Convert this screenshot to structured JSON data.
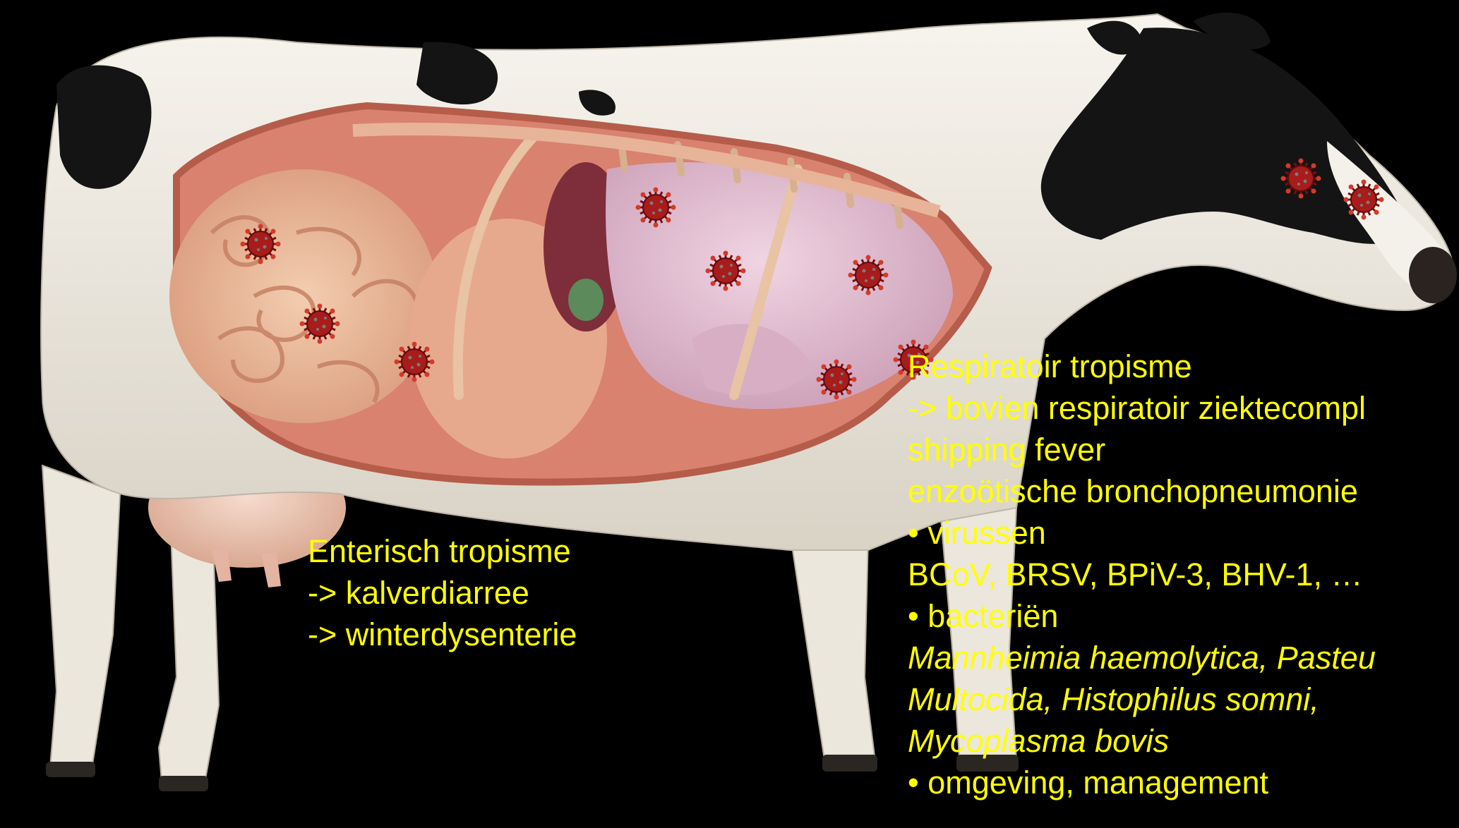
{
  "colors": {
    "background": "#000000",
    "annotation_text": "#ffff00",
    "virus": "#b01818",
    "organs": "#e6a79a",
    "lungs": "#e3bfd1"
  },
  "icons": [
    "virus-icon"
  ],
  "enteric": {
    "title": "Enterisch tropisme",
    "line1": "-> kalverdiarree",
    "line2": "-> winterdysenterie"
  },
  "respiratory": {
    "title": "Respiratoir tropisme",
    "line1": "-> bovien respiratoir ziektecompl",
    "line2": "shipping fever",
    "line3": "enzoötische bronchopneumonie",
    "viruses_heading": "• virussen",
    "viruses_list": "BCoV, BRSV, BPiV-3, BHV-1, …",
    "bacteria_heading": "• bacteriën",
    "bacteria_line1": "Mannheimia haemolytica, Pasteu",
    "bacteria_line2": "Multocida, Histophilus somni,",
    "bacteria_line3": "Mycoplasma bovis",
    "environment": "• omgeving, management"
  }
}
